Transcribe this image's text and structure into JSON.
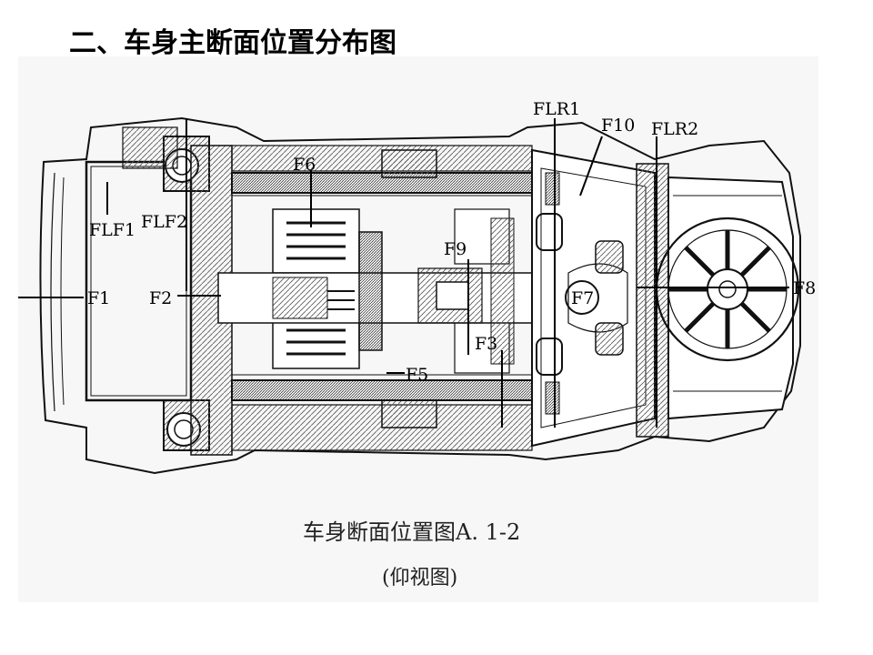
{
  "slide": {
    "title": "二、车身主断面位置分布图"
  },
  "figure": {
    "caption": "车身断面位置图A. 1-2",
    "subcaption": "(仰视图)",
    "labels": {
      "FLR1": "FLR1",
      "F10": "F10",
      "FLR2": "FLR2",
      "F6": "F6",
      "FLF1": "FLF1",
      "FLF2": "FLF2",
      "F9": "F9",
      "F1": "F1",
      "F2": "F2",
      "F7": "F7",
      "F8": "F8",
      "F3": "F3",
      "F5": "F5"
    }
  }
}
